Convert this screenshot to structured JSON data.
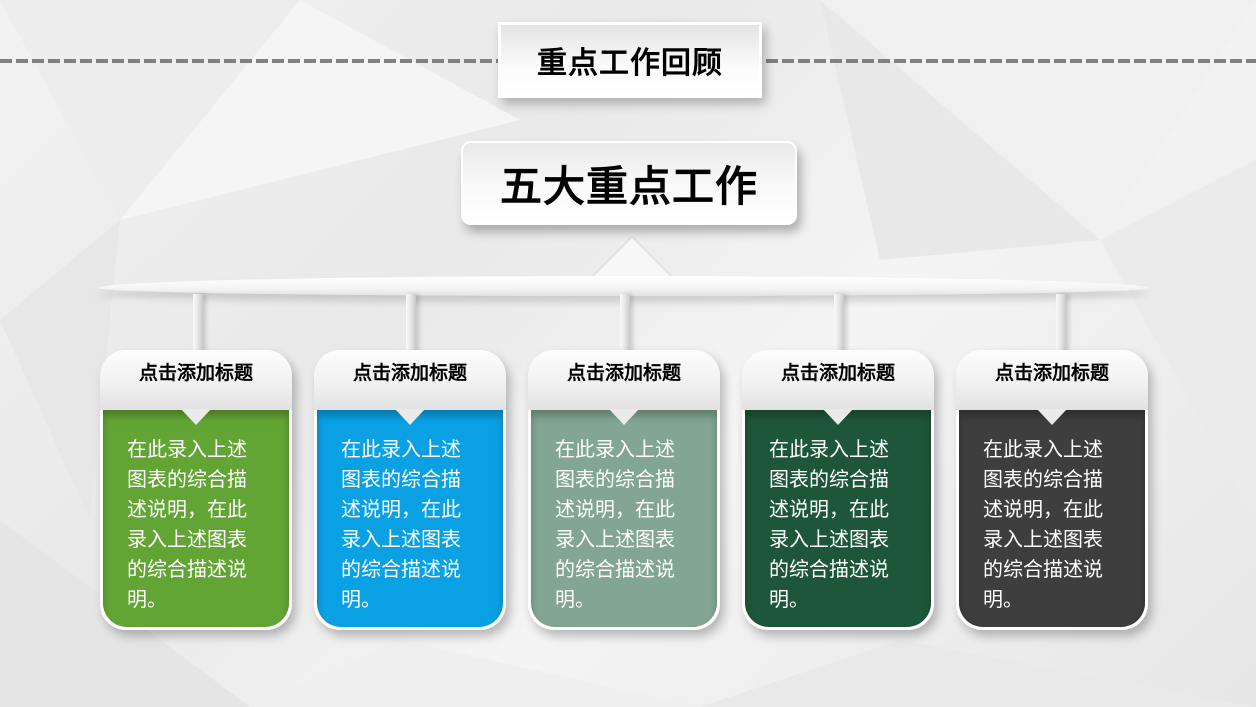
{
  "header": {
    "section_title": "重点工作回顾",
    "main_title": "五大重点工作"
  },
  "colors": {
    "card_1": "#63a535",
    "card_2": "#0aa1e4",
    "card_3": "#82a693",
    "card_4": "#1e5639",
    "card_5": "#3e3e3e",
    "dash_line": "#808080"
  },
  "cards": [
    {
      "title": "点击添加标题",
      "body": "在此录入上述图表的综合描述说明，在此录入上述图表的综合描述说明。"
    },
    {
      "title": "点击添加标题",
      "body": "在此录入上述图表的综合描述说明，在此录入上述图表的综合描述说明。"
    },
    {
      "title": "点击添加标题",
      "body": "在此录入上述图表的综合描述说明，在此录入上述图表的综合描述说明。"
    },
    {
      "title": "点击添加标题",
      "body": "在此录入上述图表的综合描述说明，在此录入上述图表的综合描述说明。"
    },
    {
      "title": "点击添加标题",
      "body": "在此录入上述图表的综合描述说明，在此录入上述图表的综合描述说明。"
    }
  ]
}
